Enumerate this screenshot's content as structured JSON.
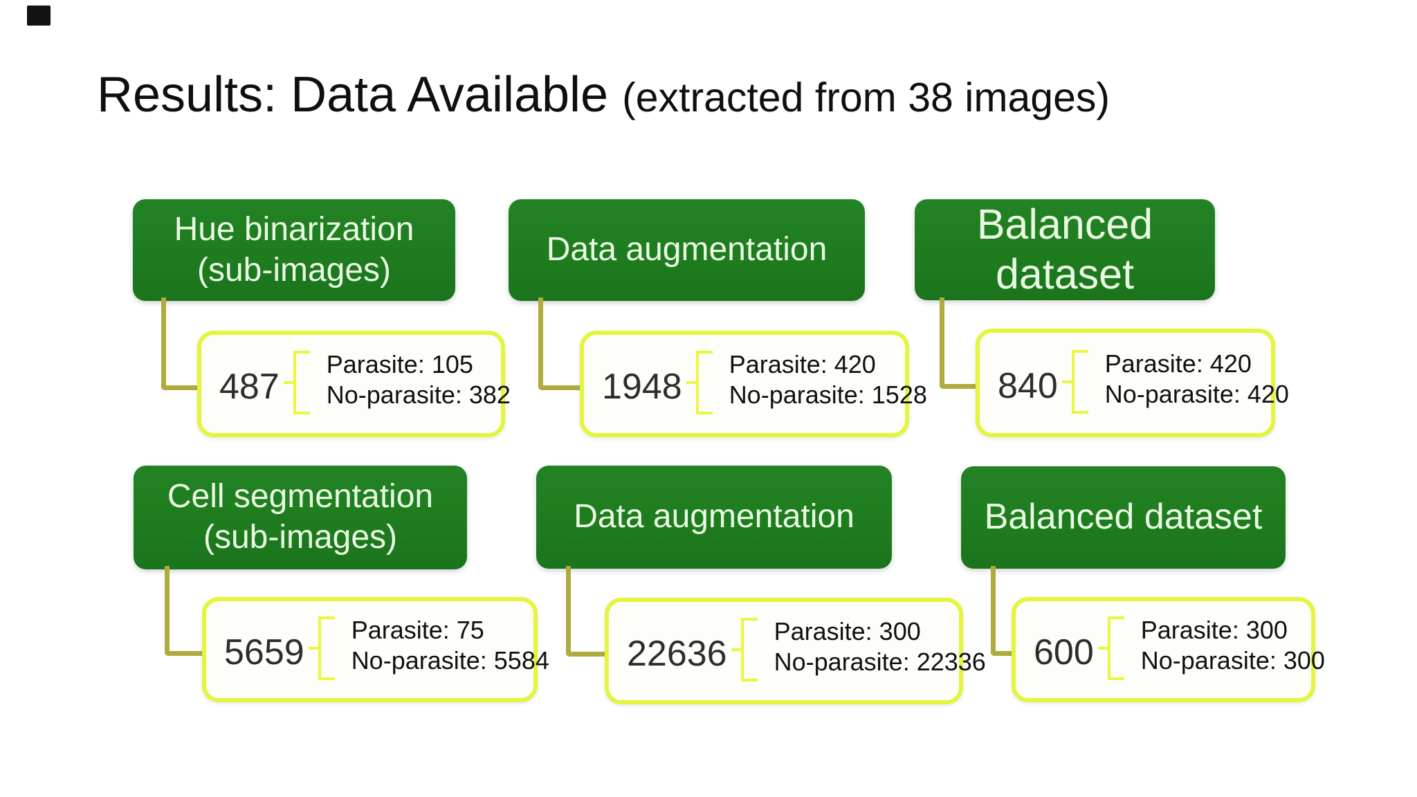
{
  "title": {
    "main": "Results: Data Available",
    "note": "(extracted from 38 images)"
  },
  "colors": {
    "background": "#ffffff",
    "title_text": "#0f0f0f",
    "green_box": "#1e7c1f",
    "green_box_text": "#eafae2",
    "yellow_box_border": "#e4f53c",
    "yellow_box_fill": "#fdfefa",
    "bracket": "#ecf63e",
    "connector": "#aeab3f",
    "total_text": "#2d2d2d",
    "detail_text": "#101010"
  },
  "groups": [
    {
      "stage_line1": "Hue binarization",
      "stage_line2": "(sub-images)",
      "total": "487",
      "parasite": "Parasite: 105",
      "no_parasite": "No-parasite: 382"
    },
    {
      "stage_line1": "Data augmentation",
      "stage_line2": "",
      "total": "1948",
      "parasite": "Parasite: 420",
      "no_parasite": "No-parasite: 1528"
    },
    {
      "stage_line1": "Balanced",
      "stage_line2": "dataset",
      "total": "840",
      "parasite": "Parasite: 420",
      "no_parasite": "No-parasite: 420"
    },
    {
      "stage_line1": "Cell segmentation",
      "stage_line2": "(sub-images)",
      "total": "5659",
      "parasite": "Parasite: 75",
      "no_parasite": "No-parasite: 5584"
    },
    {
      "stage_line1": "Data augmentation",
      "stage_line2": "",
      "total": "22636",
      "parasite": "Parasite: 300",
      "no_parasite": "No-parasite: 22336"
    },
    {
      "stage_line1": "Balanced dataset",
      "stage_line2": "",
      "total": "600",
      "parasite": "Parasite: 300",
      "no_parasite": "No-parasite: 300"
    }
  ]
}
